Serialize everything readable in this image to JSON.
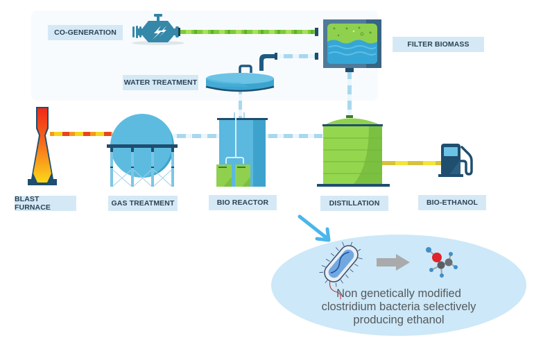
{
  "labels": {
    "co_generation": "CO-GENERATION",
    "water_treatment": "WATER TREATMENT",
    "filter_biomass": "FILTER BIOMASS",
    "blast_furnace": "BLAST FURNACE",
    "gas_treatment": "GAS TREATMENT",
    "bio_reactor": "BIO REACTOR",
    "distillation": "DISTILLATION",
    "bio_ethanol": "BIO-ETHANOL"
  },
  "callout": {
    "line1": "Non genetically modified",
    "line2": "clostridium bacteria selectively",
    "line3": "producing ethanol"
  },
  "icons": {
    "co_generation": "engine-icon",
    "water_treatment": "water-tank-icon",
    "filter_biomass": "filter-tank-icon",
    "blast_furnace": "furnace-icon",
    "gas_treatment": "gas-sphere-icon",
    "bio_reactor": "reactor-icon",
    "distillation": "distillation-tank-icon",
    "bio_ethanol": "fuel-pump-icon",
    "bacteria": "bacteria-icon",
    "molecule": "ethanol-molecule-icon"
  },
  "colors": {
    "label_bg": "#d4e9f5",
    "label_text": "#2d4255",
    "dark_blue": "#1f4e6e",
    "mid_blue": "#4fb3d9",
    "light_blue": "#7cc6e4",
    "green": "#8fd14f",
    "callout_bg": "#cfe8f7",
    "arrow_blue": "#4ab6ea"
  }
}
